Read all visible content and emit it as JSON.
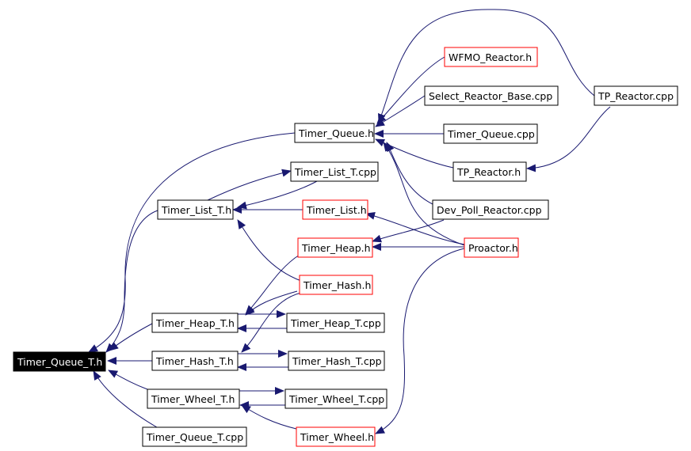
{
  "nodes": [
    {
      "id": "n0",
      "label": "Timer_Queue_T.h"
    },
    {
      "id": "n1",
      "label": "Timer_Queue.h"
    },
    {
      "id": "n2",
      "label": "WFMO_Reactor.h"
    },
    {
      "id": "n3",
      "label": "Select_Reactor_Base.cpp"
    },
    {
      "id": "n4",
      "label": "Timer_Queue.cpp"
    },
    {
      "id": "n5",
      "label": "TP_Reactor.h"
    },
    {
      "id": "n6",
      "label": "TP_Reactor.cpp"
    },
    {
      "id": "n7",
      "label": "Timer_List_T.cpp"
    },
    {
      "id": "n8",
      "label": "Timer_List_T.h"
    },
    {
      "id": "n9",
      "label": "Timer_List.h"
    },
    {
      "id": "n10",
      "label": "Dev_Poll_Reactor.cpp"
    },
    {
      "id": "n11",
      "label": "Timer_Heap.h"
    },
    {
      "id": "n12",
      "label": "Proactor.h"
    },
    {
      "id": "n13",
      "label": "Timer_Hash.h"
    },
    {
      "id": "n14",
      "label": "Timer_Heap_T.h"
    },
    {
      "id": "n15",
      "label": "Timer_Heap_T.cpp"
    },
    {
      "id": "n16",
      "label": "Timer_Hash_T.h"
    },
    {
      "id": "n17",
      "label": "Timer_Hash_T.cpp"
    },
    {
      "id": "n18",
      "label": "Timer_Wheel_T.h"
    },
    {
      "id": "n19",
      "label": "Timer_Wheel_T.cpp"
    },
    {
      "id": "n20",
      "label": "Timer_Wheel.h"
    },
    {
      "id": "n21",
      "label": "Timer_Queue_T.cpp"
    }
  ],
  "colors": {
    "edge": "#191970",
    "node_border": "#000000",
    "linked_node_border": "#ff0000",
    "root_fill": "#000000",
    "root_text": "#ffffff"
  }
}
